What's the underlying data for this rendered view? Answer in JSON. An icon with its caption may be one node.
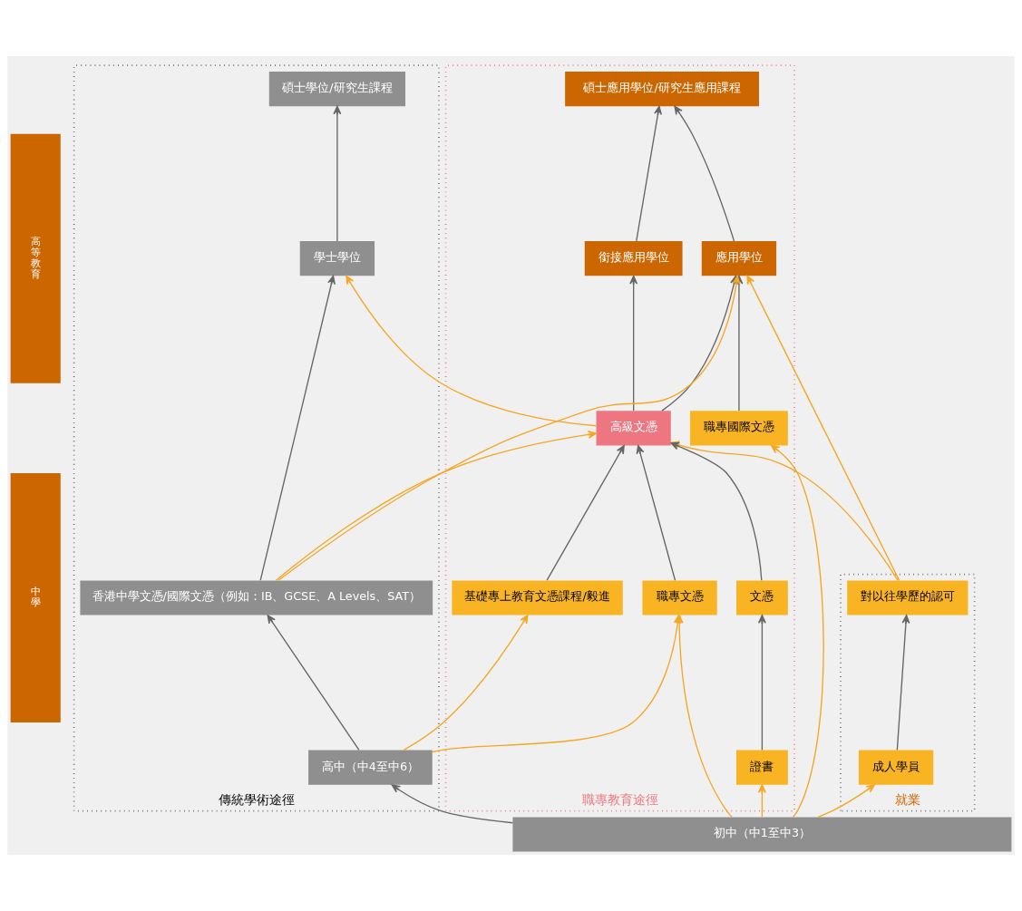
{
  "diagram": {
    "nodes": [
      {
        "text": [
          "高等教育"
        ]
      },
      {
        "text": [
          "中學"
        ]
      },
      {
        "text": [
          "就業"
        ]
      },
      {
        "text": [
          "職專教育途徑"
        ]
      },
      {
        "text": [
          "傳統學術途徑"
        ]
      },
      {
        "text": [
          "碩士應用學位/研究生應用課程"
        ],
        "in": 3
      },
      {
        "text": [
          "應用學位"
        ],
        "in": 3
      },
      {
        "text": [
          "銜接應用學位"
        ],
        "in": 3
      },
      {
        "text": [
          "高級文憑"
        ],
        "in": 3
      },
      {
        "text": [
          "碩士學位/研究生課程"
        ],
        "in": 4
      },
      {
        "text": [
          "學士學位"
        ],
        "in": 4
      },
      {
        "text": [
          "對以往學歷的認可"
        ],
        "in": 2
      },
      {
        "text": [
          "文憑"
        ],
        "in": 3
      },
      {
        "text": [
          "職專國際文憑"
        ],
        "in": 3
      },
      {
        "text": [
          "職專文憑"
        ],
        "in": 3
      },
      {
        "text": [
          "基礎專上教育文憑課程/毅進"
        ],
        "in": 3
      },
      {
        "text": [
          "香港中學文憑/國際文憑（例如：IB、GCSE、A Levels、SAT）"
        ],
        "in": 4
      },
      {
        "text": [
          "成人學員"
        ],
        "in": 2
      },
      {
        "text": [
          "證書"
        ],
        "in": 3
      },
      {
        "text": [
          "高中（中4至中6）"
        ],
        "in": 4
      },
      {
        "text": [
          "初中（中1至中3）"
        ]
      }
    ],
    "edges": [
      {
        "from": 6,
        "to": 5,
        "arrow": "to"
      },
      {
        "from": 7,
        "to": 5,
        "arrow": "to"
      },
      {
        "from": 8,
        "to": 7,
        "arrow": "to"
      },
      {
        "from": 8,
        "to": 6,
        "arrow": "to"
      },
      {
        "from": 8,
        "to": 10,
        "arrow": "to",
        "color": "#f5a623"
      },
      {
        "from": 10,
        "to": 9,
        "arrow": "to"
      },
      {
        "from": 11,
        "to": 6,
        "arrow": "to",
        "color": "#f5a623"
      },
      {
        "from": 11,
        "to": 8,
        "arrow": "to",
        "color": "#f5a623"
      },
      {
        "from": 12,
        "to": 8,
        "arrow": "to"
      },
      {
        "from": 13,
        "to": 6,
        "arrow": "to"
      },
      {
        "from": 14,
        "to": 8,
        "arrow": "to"
      },
      {
        "from": 15,
        "to": 8,
        "arrow": "to"
      },
      {
        "from": 16,
        "to": 6,
        "arrow": "to",
        "color": "#f5a623"
      },
      {
        "from": 16,
        "to": 8,
        "arrow": "to",
        "color": "#f5a623"
      },
      {
        "from": 16,
        "to": 10,
        "arrow": "to"
      },
      {
        "from": 17,
        "to": 11,
        "arrow": "to"
      },
      {
        "from": 18,
        "to": 12,
        "arrow": "to"
      },
      {
        "from": 19,
        "to": 16,
        "arrow": "to"
      },
      {
        "from": 19,
        "to": 14,
        "arrow": "to",
        "color": "#f5a623"
      },
      {
        "from": 19,
        "to": 15,
        "arrow": "to",
        "color": "#f5a623"
      },
      {
        "from": 20,
        "to": 17,
        "arrow": "to",
        "color": "#f5a623"
      },
      {
        "from": 20,
        "to": 18,
        "arrow": "to",
        "color": "#f5a623"
      },
      {
        "from": 20,
        "to": 13,
        "arrow": "to",
        "color": "#f5a623"
      },
      {
        "from": 20,
        "to": 14,
        "arrow": "to",
        "color": "#f5a623"
      },
      {
        "from": 20,
        "to": 19,
        "arrow": "to"
      }
    ]
  }
}
